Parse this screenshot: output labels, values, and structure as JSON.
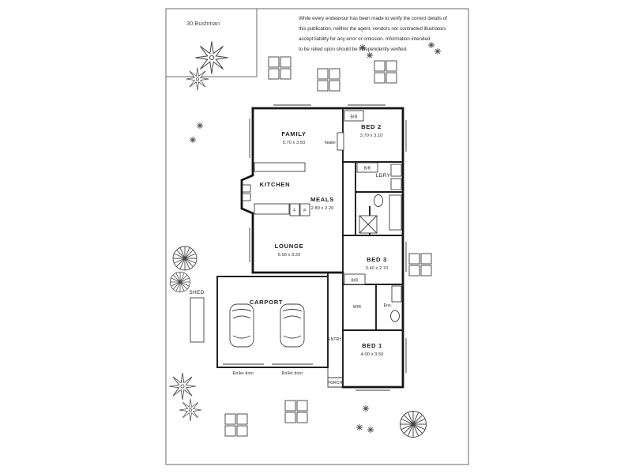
{
  "address": "30 Bushman",
  "disclaimer": {
    "line1": "While every endeavour has been made to verify the correct details of",
    "line2": "this publication, neither the agent, vendors nor contracted illustrators",
    "line3": "accept liability for any error or omission. Information intended",
    "line4": "to be relied upon should be independently verified."
  },
  "rooms": {
    "family": {
      "name": "FAMILY",
      "dims": "5.70 x 3.50"
    },
    "bed2": {
      "name": "BED 2",
      "dims": "3.70 x 3.10"
    },
    "kitchen": {
      "name": "KITCHEN"
    },
    "meals": {
      "name": "MEALS",
      "dims": "2.80 x 2.20"
    },
    "ldry": {
      "name": "LDRY"
    },
    "lounge": {
      "name": "LOUNGE",
      "dims": "5.50 x 3.20"
    },
    "bed3": {
      "name": "BED 3",
      "dims": "3.40 x 2.70"
    },
    "carport": {
      "name": "CARPORT"
    },
    "bed1": {
      "name": "BED 1",
      "dims": "4.00 x 3.50"
    },
    "shed": {
      "name": "SHED"
    },
    "entry": {
      "name": "ENTRY"
    },
    "porch": {
      "name": "PORCH"
    }
  },
  "fixtures": {
    "bir": "BIR",
    "wir": "WIR",
    "ens": "Ens.",
    "heater": "heater",
    "roller_door": "Roller door",
    "fridge": "F",
    "pantry": "P"
  }
}
